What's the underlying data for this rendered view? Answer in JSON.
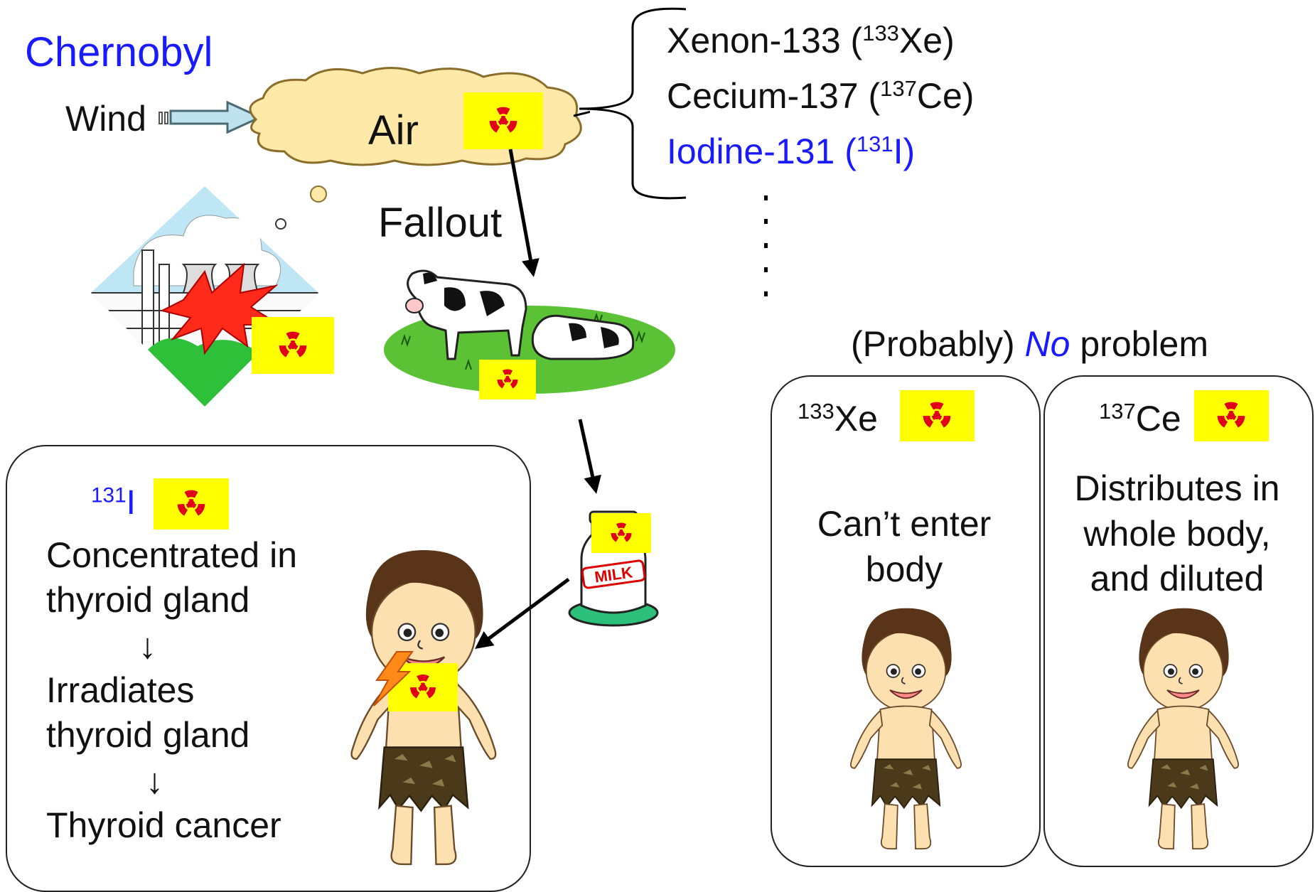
{
  "title": "Chernobyl",
  "top": {
    "wind_label": "Wind",
    "air_label": "Air",
    "fallout_label": "Fallout",
    "milk_label": "MILK"
  },
  "isotopes": [
    {
      "name": "Xenon-133 (",
      "mass": "133",
      "symbol": "Xe)"
    },
    {
      "name": "Cecium-137 (",
      "mass": "137",
      "symbol": "Ce)"
    },
    {
      "name": "Iodine-131 (",
      "mass": "131",
      "symbol": "I)",
      "color": "#1a1aff"
    }
  ],
  "iodine_box": {
    "mass": "131",
    "symbol": "I",
    "line1": "Concentrated in",
    "line2": "thyroid gland",
    "arrow1": "↓",
    "line3": "Irradiates",
    "line4": "thyroid gland",
    "arrow2": "↓",
    "line5": "Thyroid cancer"
  },
  "no_problem": {
    "prefix": "(Probably)",
    "emph": "No",
    "suffix": "problem"
  },
  "xenon_box": {
    "mass": "133",
    "symbol": "Xe",
    "line1": "Can’t enter",
    "line2": "body"
  },
  "cesium_box": {
    "mass": "137",
    "symbol": "Ce",
    "line1": "Distributes in",
    "line2": "whole body,",
    "line3": "and diluted"
  },
  "colors": {
    "accent_blue": "#1a1aff",
    "warning_yellow": "#ffff00",
    "radiation_red": "#e0001a",
    "cloud": "#ffe9a8"
  }
}
